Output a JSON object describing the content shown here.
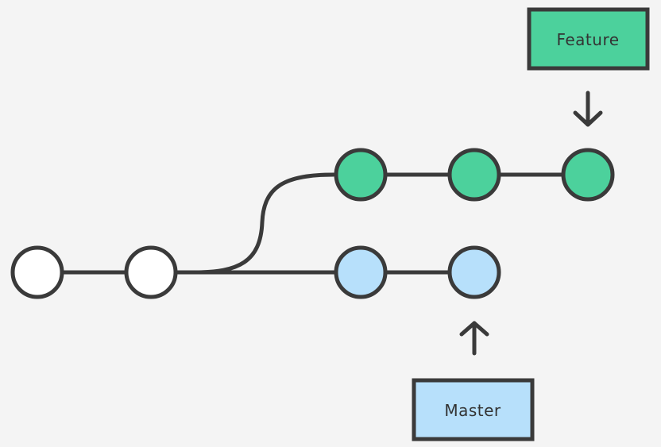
{
  "colors": {
    "background": "#f4f4f4",
    "stroke": "#3a3a3a",
    "base_commit": "#ffffff",
    "feature_commit": "#4cd19c",
    "master_commit": "#b7e0fb"
  },
  "labels": {
    "feature": "Feature",
    "master": "Master"
  },
  "commits": {
    "base": [
      "base-commit-1",
      "base-commit-2"
    ],
    "feature": [
      "feature-commit-1",
      "feature-commit-2",
      "feature-commit-3"
    ],
    "master": [
      "master-commit-1",
      "master-commit-2"
    ]
  }
}
